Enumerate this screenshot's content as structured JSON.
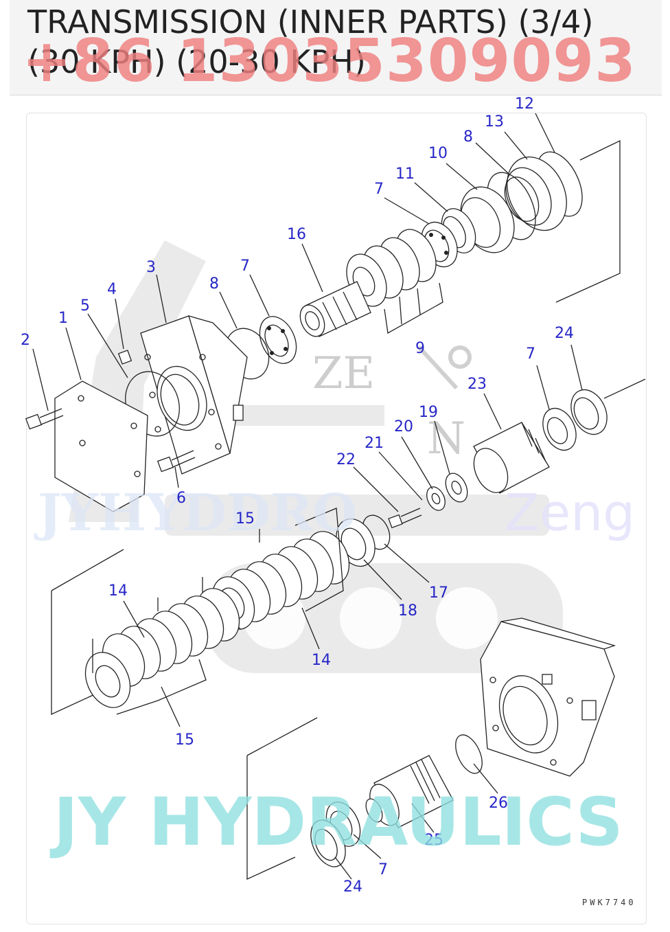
{
  "header": {
    "title_line1": "TRANSMISSION (INNER PARTS) (3/4)",
    "title_line2": "(30 KPH) (20-30 KPH)",
    "phone_watermark": "+86 13035309093"
  },
  "diagram": {
    "drawing_code": "PWK7740",
    "watermarks": {
      "jy_blue": "JYHYDDRO",
      "zeng": "Zeng",
      "ze_letters": "ZE",
      "n_letter": "N",
      "big": "JY HYDRAULICS"
    },
    "callouts": {
      "c12": "12",
      "c13": "13",
      "c8a": "8",
      "c10": "10",
      "c11": "11",
      "c7a": "7",
      "c16": "16",
      "c3": "3",
      "c4": "4",
      "c8b": "8",
      "c7b": "7",
      "c5": "5",
      "c1": "1",
      "c2": "2",
      "c9": "9",
      "c24a": "24",
      "c7c": "7",
      "c23": "23",
      "c19": "19",
      "c20": "20",
      "c21": "21",
      "c22": "22",
      "c6": "6",
      "c15a": "15",
      "c17": "17",
      "c18": "18",
      "c14a": "14",
      "c14b": "14",
      "c15b": "15",
      "c26": "26",
      "c25": "25",
      "c7d": "7",
      "c24b": "24"
    },
    "colors": {
      "callout": "#2626c8",
      "line": "#222222",
      "phone": "#f08080",
      "big_watermark": "#8fdfe0"
    }
  }
}
